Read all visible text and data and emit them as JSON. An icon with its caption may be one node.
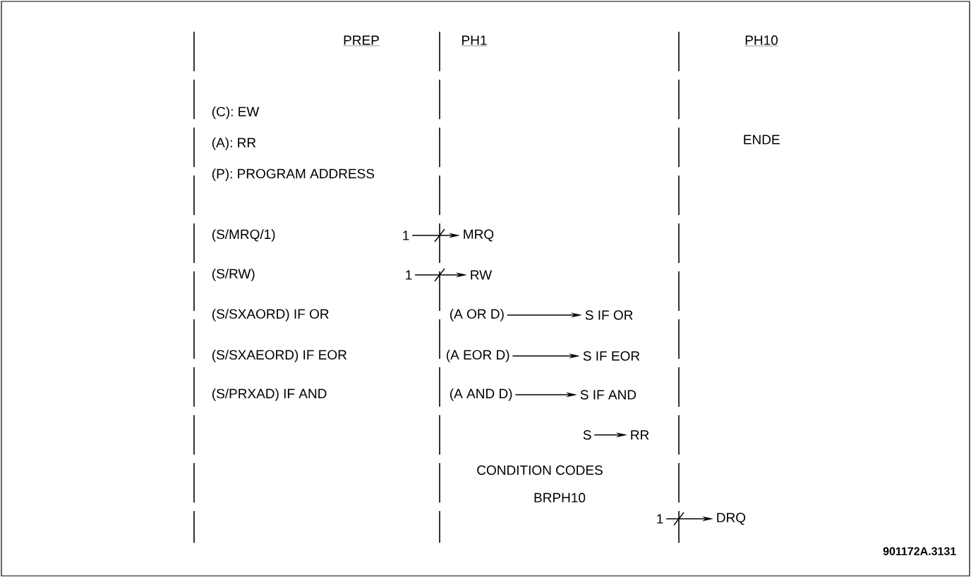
{
  "diagram": {
    "nodes": [
      {
        "text": [
          "1"
        ]
      },
      {
        "text": [
          "MRQ"
        ]
      },
      {
        "text": [
          "1"
        ]
      },
      {
        "text": [
          "RW"
        ]
      },
      {
        "text": [
          "(A OR D)"
        ]
      },
      {
        "text": [
          "S IF OR"
        ]
      },
      {
        "text": [
          "(A EOR D)"
        ]
      },
      {
        "text": [
          "S IF EOR"
        ]
      },
      {
        "text": [
          "(A AND D)"
        ]
      },
      {
        "text": [
          "S IF AND"
        ]
      },
      {
        "text": [
          "S"
        ]
      },
      {
        "text": [
          "RR"
        ]
      },
      {
        "text": [
          "1"
        ]
      },
      {
        "text": [
          "DRQ"
        ]
      }
    ],
    "edges": [
      {
        "from": 0,
        "to": 1,
        "arrow": "to"
      },
      {
        "from": 2,
        "to": 3,
        "arrow": "to"
      },
      {
        "from": 4,
        "to": 5,
        "arrow": "to"
      },
      {
        "from": 6,
        "to": 7,
        "arrow": "to"
      },
      {
        "from": 8,
        "to": 9,
        "arrow": "to"
      },
      {
        "from": 10,
        "to": 11,
        "arrow": "to"
      },
      {
        "from": 12,
        "to": 13,
        "arrow": "to"
      }
    ],
    "labels": [
      "PREP",
      "PH1",
      "PH10",
      "(C): EW",
      "(A): RR",
      "ENDE",
      "(P): PROGRAM ADDRESS",
      "(S/MRQ/1)",
      "(S/RW)",
      "(S/SXAORD) IF OR",
      "(S/SXAEORD) IF EOR",
      "(S/PRXAD) IF AND",
      "CONDITION CODES",
      "BRPH10",
      "901172A.3131"
    ]
  }
}
